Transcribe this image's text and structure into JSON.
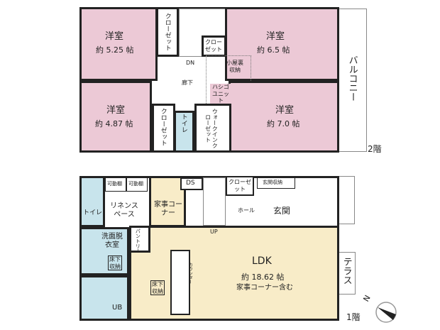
{
  "floor2": {
    "label": "2階",
    "rooms": [
      {
        "name": "洋室",
        "size": "約 5.25 帖"
      },
      {
        "name": "洋室",
        "size": "約 6.5 帖"
      },
      {
        "name": "洋室",
        "size": "約 4.87 帖"
      },
      {
        "name": "洋室",
        "size": "約 7.0 帖"
      }
    ],
    "closet": "クローゼット",
    "closet_small": "クロー ゼット",
    "hallway": "廊下",
    "dn": "DN",
    "toilet": "トイレ",
    "walkin": "ウォークインクローゼット",
    "attic": "小屋裏収納",
    "ladder": "ハシゴユニット",
    "balcony": "バルコニー",
    "colors": {
      "bedroom": "#ecc9d6"
    }
  },
  "floor1": {
    "label": "1階",
    "toilet": "トイレ",
    "shelf": "可動棚",
    "linen": "リネンスペース",
    "housework": "家事コーナー",
    "ds": "DS",
    "closet": "クローゼット",
    "hall": "ホール",
    "entrance_storage": "玄関収納",
    "entrance": "玄関",
    "washroom": "洗面脱衣室",
    "underfloor": "床下収納",
    "ub": "UB",
    "pantry": "パントリー",
    "up": "UP",
    "counter": "カウンター",
    "ldk": {
      "name": "LDK",
      "size": "約 18.62 帖",
      "note": "家事コーナー含む"
    },
    "terrace": "テラス",
    "colors": {
      "ldk": "#f8ecc8",
      "wet": "#c8e4ec"
    }
  },
  "compass": {
    "label": "N",
    "icon": "compass-icon"
  }
}
